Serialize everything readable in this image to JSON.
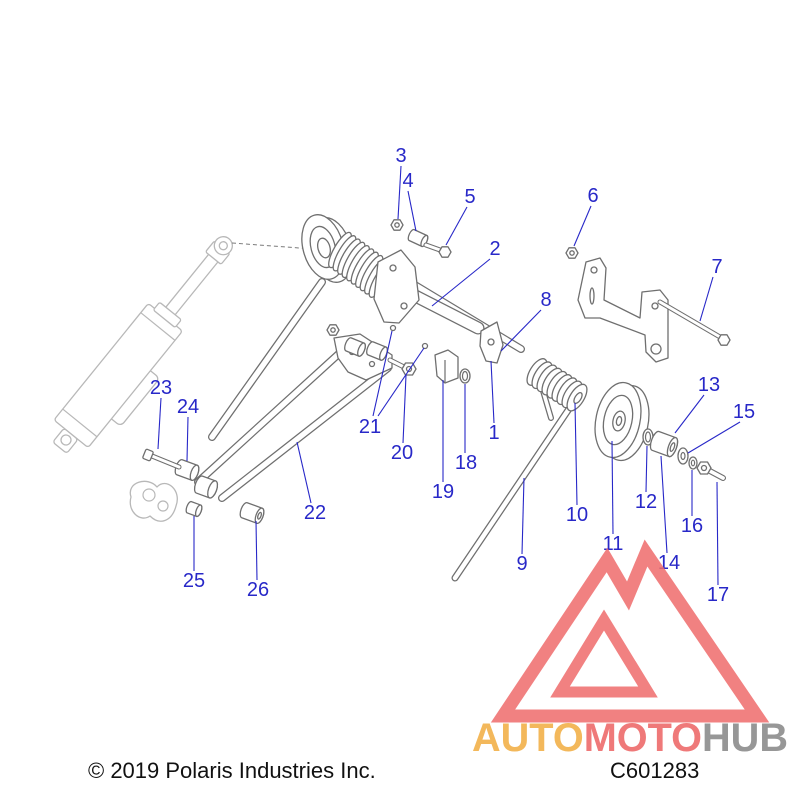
{
  "callouts": [
    "1",
    "2",
    "3",
    "4",
    "5",
    "6",
    "7",
    "8",
    "9",
    "10",
    "11",
    "12",
    "13",
    "14",
    "15",
    "16",
    "17",
    "18",
    "19",
    "20",
    "21",
    "22",
    "23",
    "24",
    "25",
    "26"
  ],
  "footer": {
    "copyright": "© 2019 Polaris Industries Inc.",
    "drawing_number": "C601283"
  },
  "watermark": {
    "part_auto": "AUTO",
    "part_moto": "MOTO",
    "part_hub": "HUB"
  },
  "colors": {
    "callout": "#2828c8",
    "line_art": "#6f6f6f",
    "shock": "#b8b8b8",
    "watermark_red": "#ee6b6b",
    "watermark_orange": "#f2b14a",
    "watermark_gray": "#8c8c8c",
    "background": "#ffffff"
  }
}
